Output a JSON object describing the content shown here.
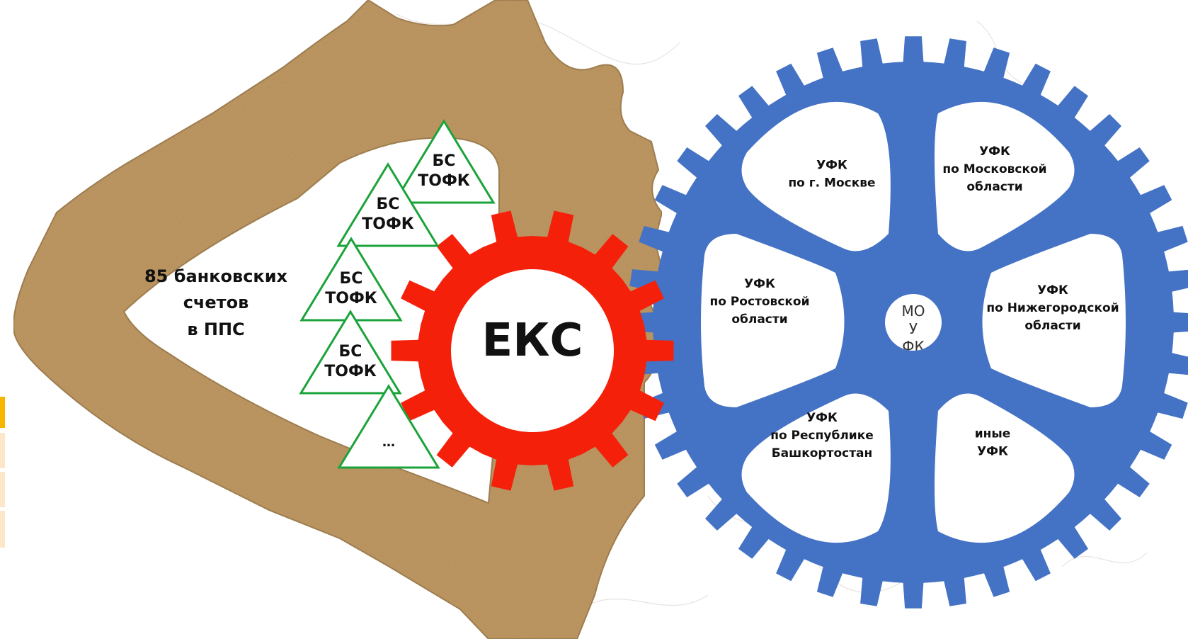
{
  "colors": {
    "sand": "#b58a52",
    "sand_dark": "#8c6636",
    "red_gear": "#f5200a",
    "blue_gear": "#4472c4",
    "triangle_stroke": "#1aa33a",
    "tab_active": "#f7b500",
    "tab_inactive": "#fde7c9"
  },
  "accounts_label": [
    "85 банковских",
    "счетов",
    "в ППС"
  ],
  "triangles": [
    {
      "line1": "БС",
      "line2": "ТОФК"
    },
    {
      "line1": "БС",
      "line2": "ТОФК"
    },
    {
      "line1": "БС",
      "line2": "ТОФК"
    },
    {
      "line1": "БС",
      "line2": "ТОФК"
    },
    {
      "line1": "…",
      "line2": ""
    }
  ],
  "center_gear": {
    "label": "ЕКС"
  },
  "hub_label": [
    "МО",
    "У",
    "ФК"
  ],
  "segments": [
    {
      "lines": [
        "УФК",
        "по г. Москве"
      ]
    },
    {
      "lines": [
        "УФК",
        "по Московской",
        "области"
      ]
    },
    {
      "lines": [
        "УФК",
        "по Нижегородской",
        "области"
      ]
    },
    {
      "lines": [
        "иные",
        "УФК"
      ]
    },
    {
      "lines": [
        "УФК",
        "по Республике",
        "Башкортостан"
      ]
    },
    {
      "lines": [
        "УФК",
        "по Ростовской",
        "области"
      ]
    }
  ],
  "sidebar_tabs": [
    {
      "state": "active"
    },
    {
      "state": "inactive"
    },
    {
      "state": "inactive"
    },
    {
      "state": "inactive"
    }
  ]
}
